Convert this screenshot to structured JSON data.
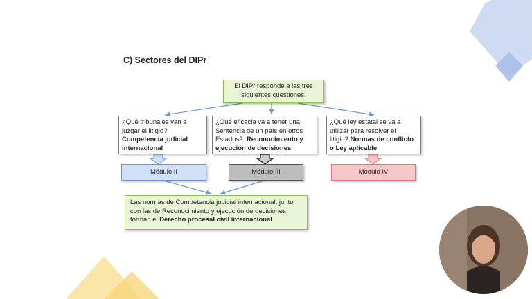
{
  "title": "C) Sectores del DIPr",
  "root": {
    "line1": "El DIPr responde a las tres",
    "line2": "siguientes cuestiones:"
  },
  "questions": [
    {
      "text1": "¿Qué tribunales van a",
      "text2": "juzgar el litigio?",
      "bold1": "Competencia judicial",
      "bold2": "internacional"
    },
    {
      "text1": "¿Qué eficacia va a tener una",
      "text2": "Sentencia de un país en otros",
      "text3": "Estados?: ",
      "bold1": "Reconocimiento y",
      "bold2": "ejecución de decisiones"
    },
    {
      "text1": "¿Qué ley estatal se va a",
      "text2": "utilizar para resolver el",
      "text3": "litigio? ",
      "bold1": "Normas de conflicto",
      "bold2": "o Ley aplicable"
    }
  ],
  "modules": [
    "Módulo II",
    "Módulo III",
    "Módulo IV"
  ],
  "conclusion": {
    "line1": "Las normas de Competencia judicial internacional, junto",
    "line2": "con las de Reconocimiento y ejecución de decisiones",
    "line3": "forman el ",
    "bold": "Derecho procesal civil internacional"
  },
  "colors": {
    "green_fill": "#e9f5d6",
    "blue_module": "#cfe0f7",
    "gray_module": "#bdbdbd",
    "red_module": "#f6c7c9",
    "connector": "#6c95cf",
    "deco_blue": "#c7d6f0",
    "deco_yellow": "#fbe6a6"
  }
}
